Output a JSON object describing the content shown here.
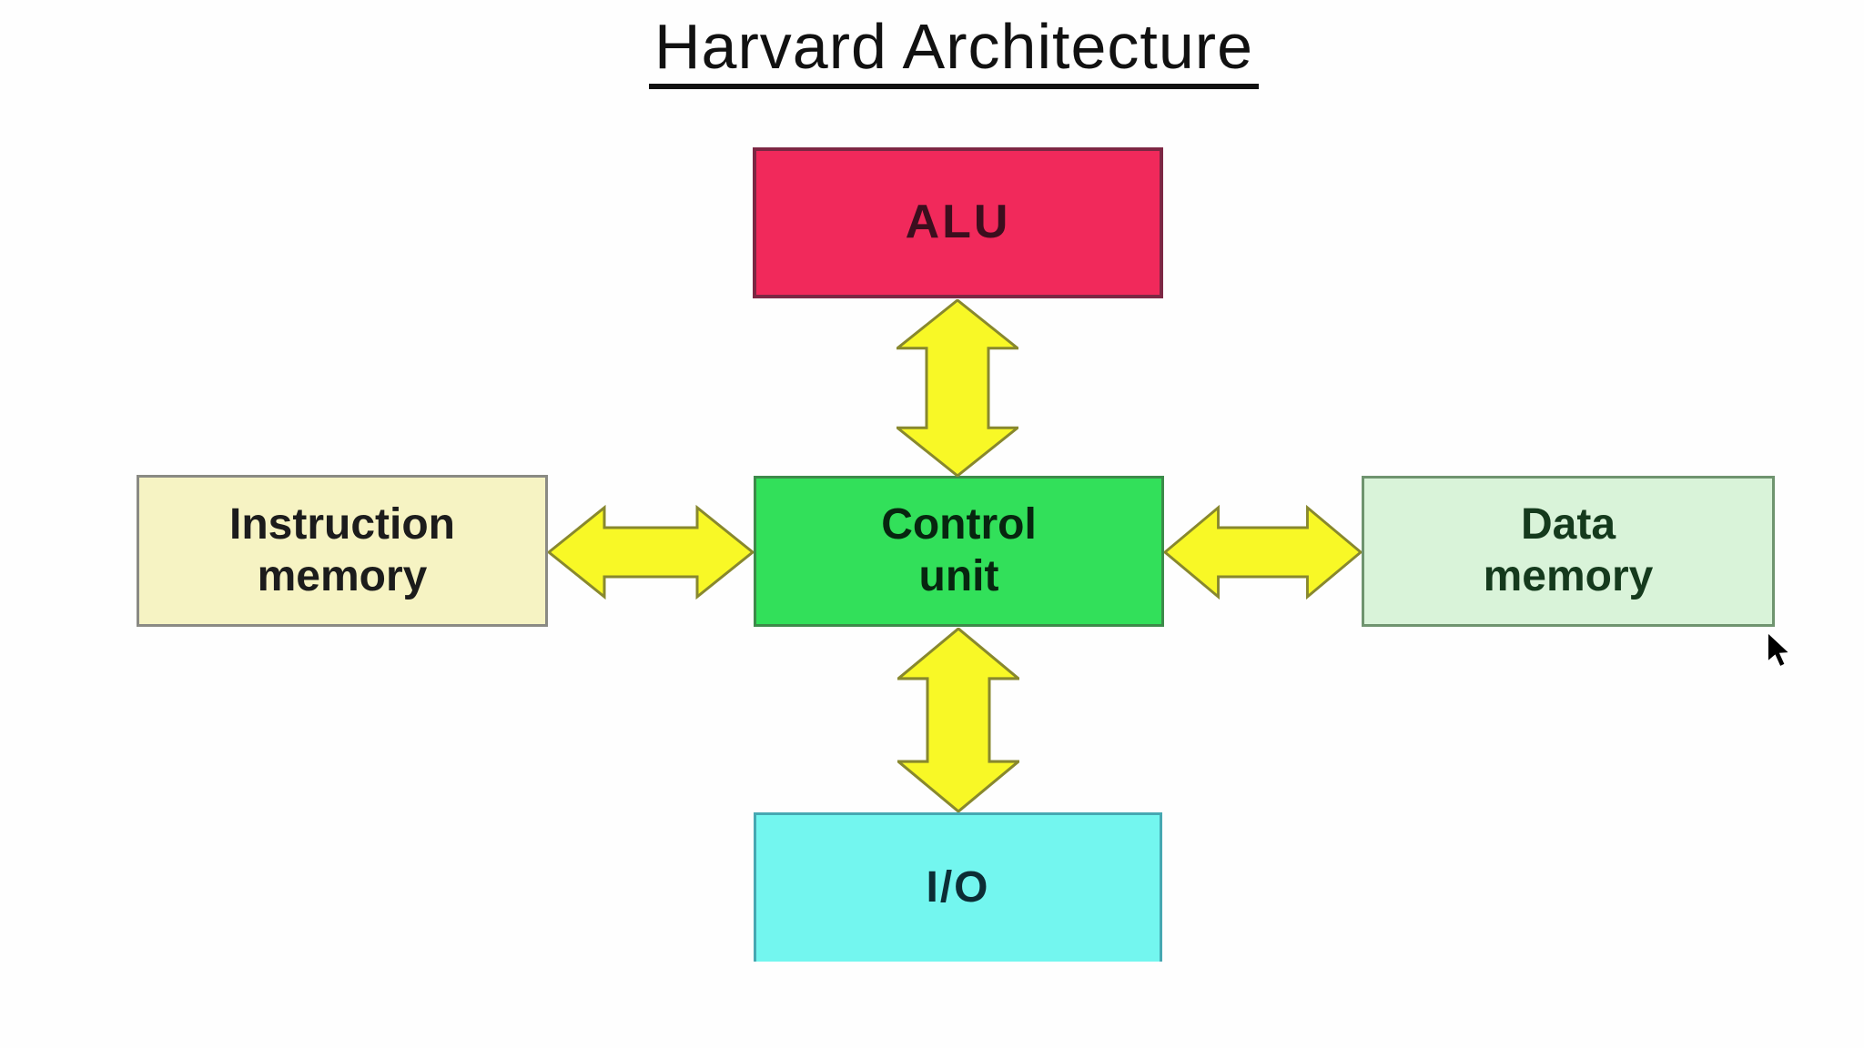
{
  "page": {
    "title": "Harvard Architecture"
  },
  "nodes": {
    "alu": {
      "label": "ALU",
      "fill": "#f1295b",
      "border": "#7d2744",
      "text_color": "#3c0e1e"
    },
    "control_unit": {
      "line1": "Control",
      "line2": "unit",
      "fill": "#32e05a",
      "border": "#3d8a4a",
      "text_color": "#07250f"
    },
    "instruction_memory": {
      "line1": "Instruction",
      "line2": "memory",
      "fill": "#f6f3c3",
      "border": "#8a8a84",
      "text_color": "#1c1c1c"
    },
    "data_memory": {
      "line1": "Data",
      "line2": "memory",
      "fill": "#d9f3d9",
      "border": "#6f946f",
      "text_color": "#153a1d"
    },
    "io": {
      "label": "I/O",
      "fill": "#73f6ef",
      "border": "#46a8b2",
      "text_color": "#0c2d35"
    }
  },
  "arrows": {
    "fill": "#f8f826",
    "stroke": "#88882e",
    "connections": [
      {
        "from": "Control unit",
        "to": "ALU",
        "type": "bidirectional"
      },
      {
        "from": "Control unit",
        "to": "Instruction memory",
        "type": "bidirectional"
      },
      {
        "from": "Control unit",
        "to": "Data memory",
        "type": "bidirectional"
      },
      {
        "from": "Control unit",
        "to": "I/O",
        "type": "bidirectional"
      }
    ]
  },
  "cursor": {
    "shape": "arrow-pointer",
    "color": "#000000"
  }
}
